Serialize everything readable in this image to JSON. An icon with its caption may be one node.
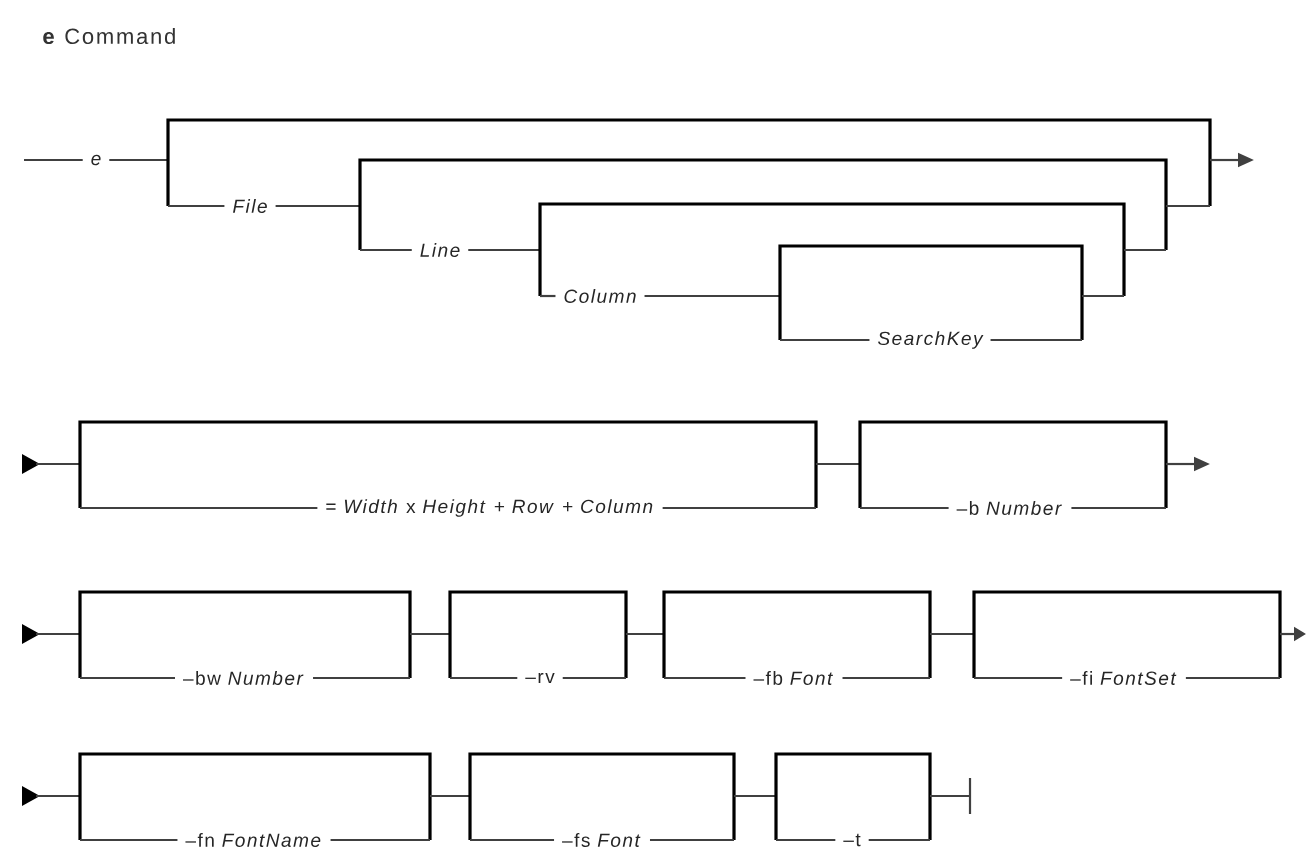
{
  "diagram": {
    "title": "**e** Command",
    "labels": [
      "e",
      "File",
      "Line",
      "Column",
      "SearchKey",
      "= *Width* x *Height* + *Row* + *Column*",
      "–b *Number*",
      "–bw *Number*",
      "–rv",
      "–fb *Font*",
      "–fi *FontSet*",
      "–fn *FontName*",
      "–fs *Font*",
      "–t"
    ]
  }
}
